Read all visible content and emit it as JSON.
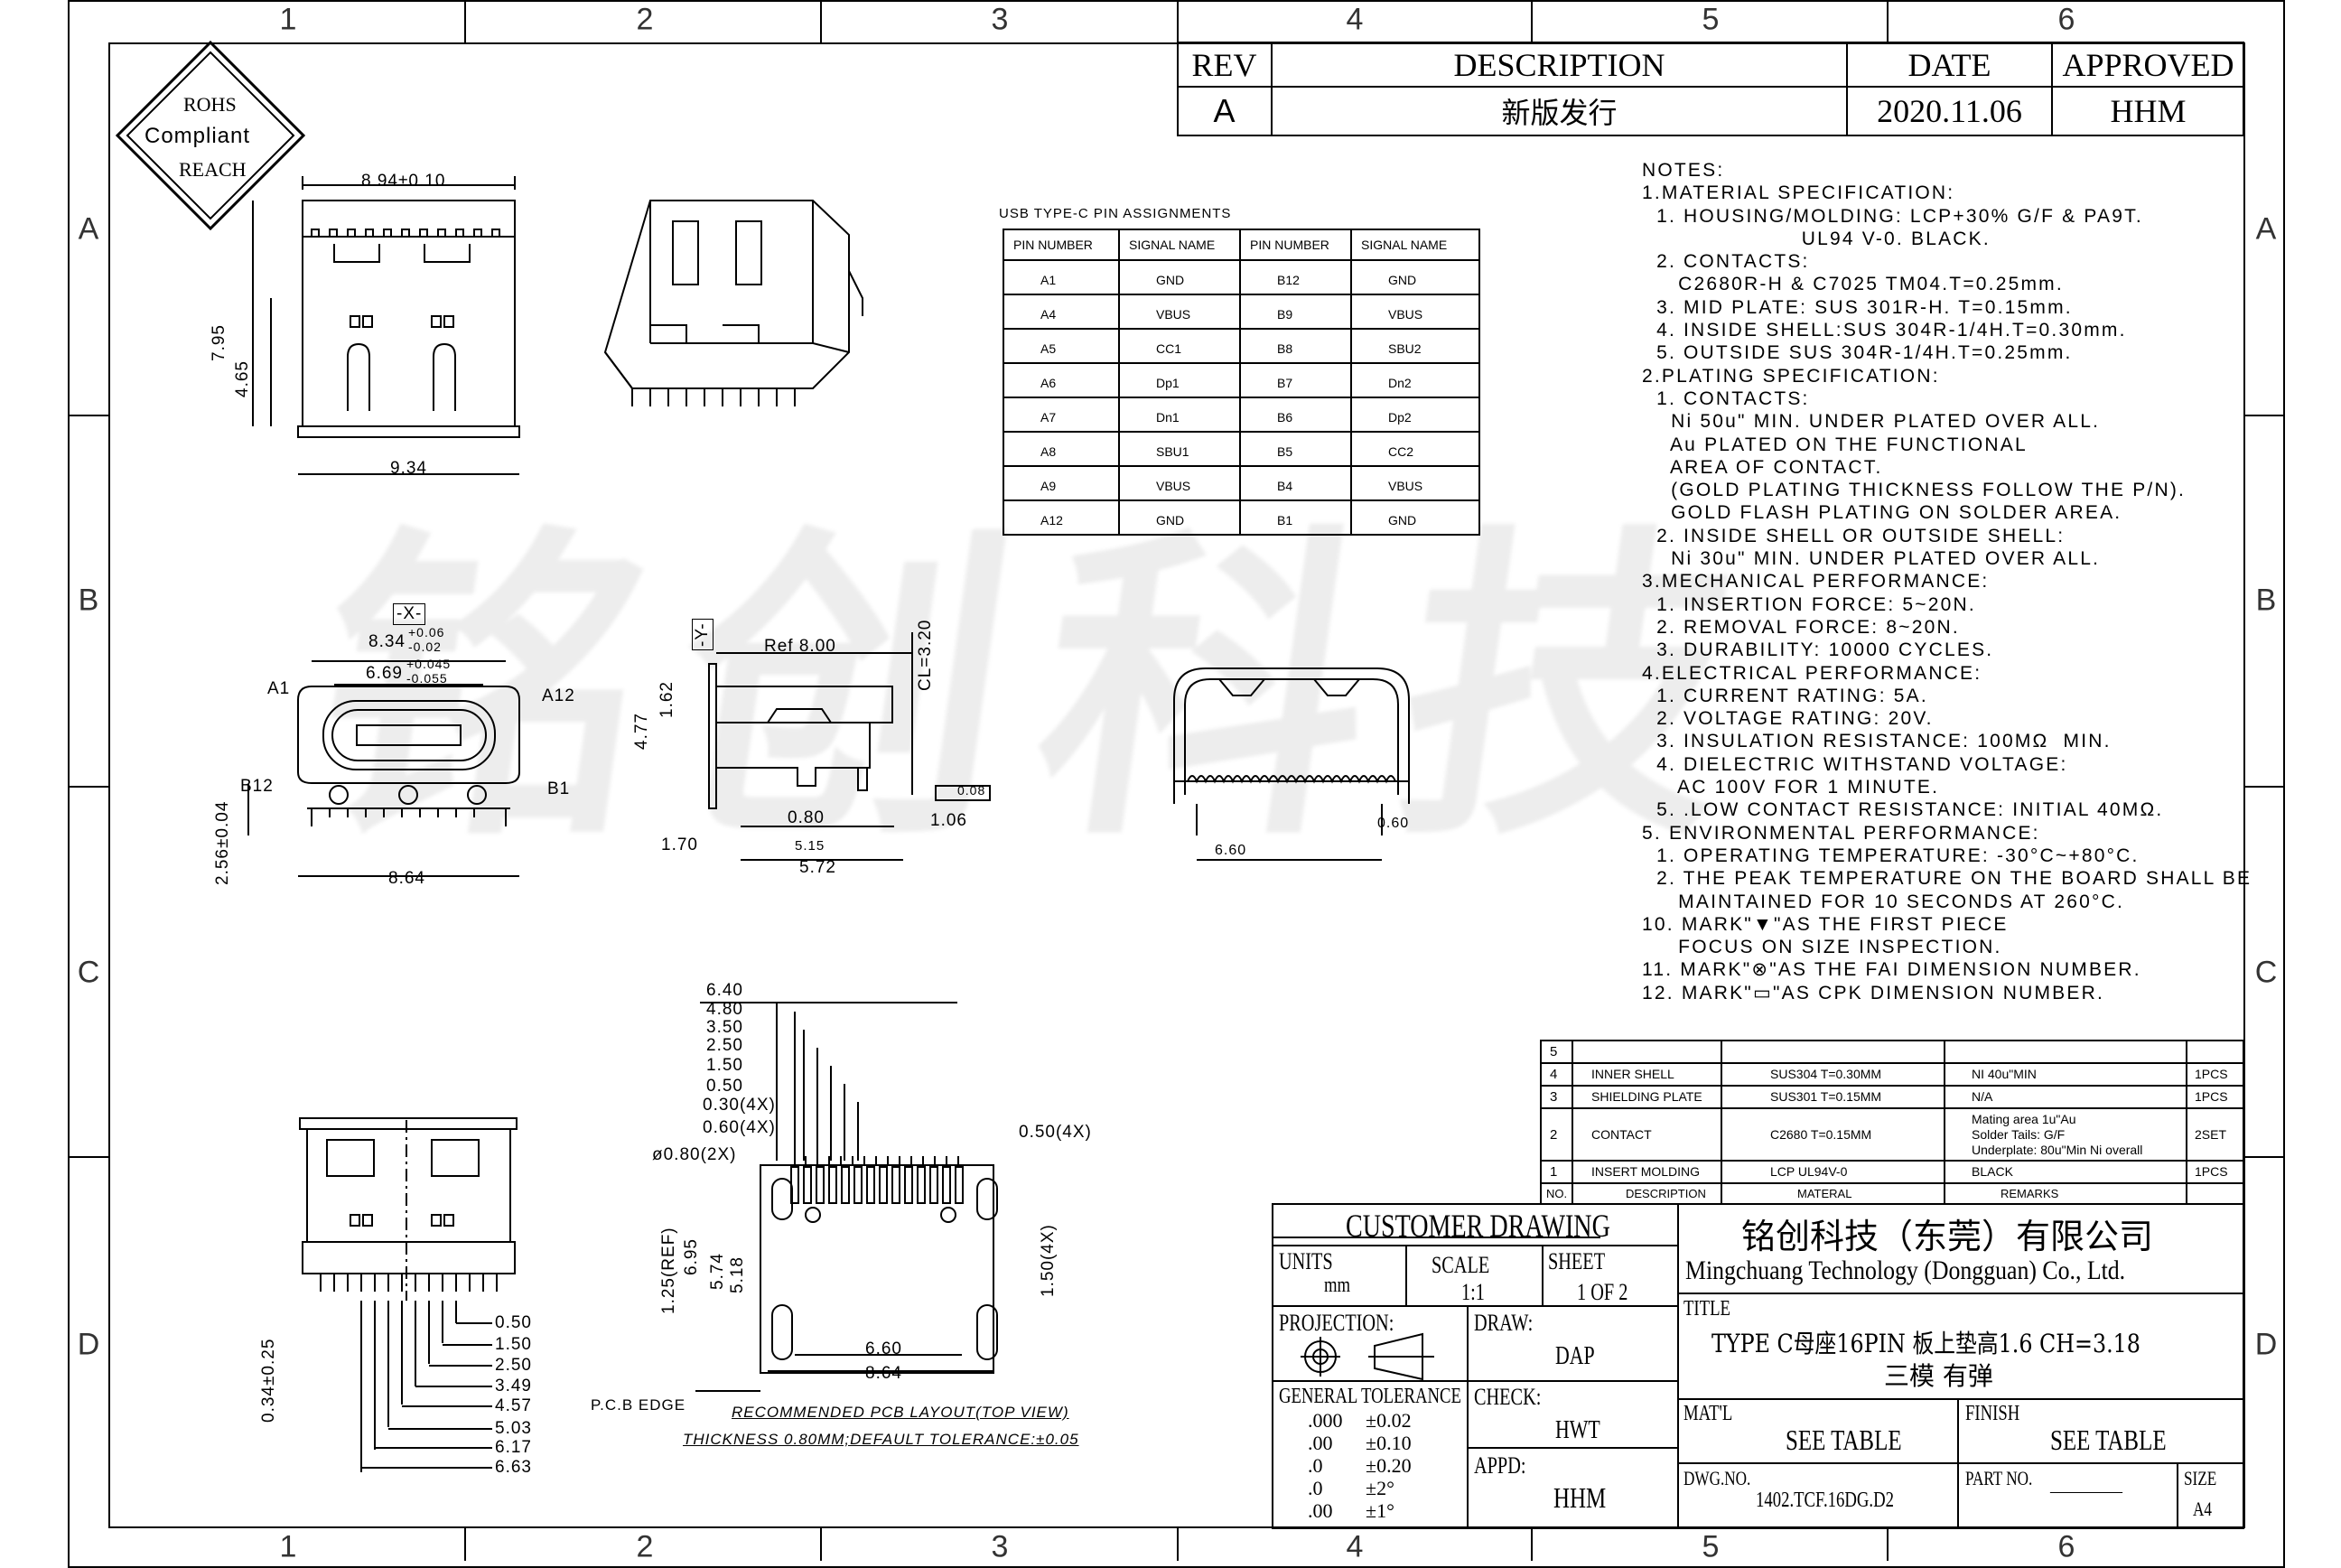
{
  "zones": {
    "columns": [
      "1",
      "2",
      "3",
      "4",
      "5",
      "6"
    ],
    "rows": [
      "A",
      "B",
      "C",
      "D"
    ]
  },
  "watermark": "铭创科技",
  "rohs_badge": {
    "line1": "ROHS",
    "line2": "Compliant",
    "line3": "REACH"
  },
  "revision_table": {
    "headers": [
      "REV",
      "DESCRIPTION",
      "DATE",
      "APPROVED"
    ],
    "rows": [
      [
        "A",
        "新版发行",
        "2020.11.06",
        "HHM"
      ]
    ]
  },
  "pin_table": {
    "title": "USB TYPE-C PIN ASSIGNMENTS",
    "headers": [
      "PIN NUMBER",
      "SIGNAL NAME",
      "PIN NUMBER",
      "SIGNAL NAME"
    ],
    "rows": [
      [
        "A1",
        "GND",
        "B12",
        "GND"
      ],
      [
        "A4",
        "VBUS",
        "B9",
        "VBUS"
      ],
      [
        "A5",
        "CC1",
        "B8",
        "SBU2"
      ],
      [
        "A6",
        "Dp1",
        "B7",
        "Dn2"
      ],
      [
        "A7",
        "Dn1",
        "B6",
        "Dp2"
      ],
      [
        "A8",
        "SBU1",
        "B5",
        "CC2"
      ],
      [
        "A9",
        "VBUS",
        "B4",
        "VBUS"
      ],
      [
        "A12",
        "GND",
        "B1",
        "GND"
      ]
    ]
  },
  "notes": [
    "NOTES:",
    "1.MATERIAL SPECIFICATION:",
    "  1. HOUSING/MOLDING: LCP+30% G/F & PA9T.",
    "                      UL94 V-0. BLACK.",
    "  2. CONTACTS:",
    "     C2680R-H & C7025 TM04.T=0.25mm.",
    "  3. MID PLATE: SUS 301R-H. T=0.15mm.",
    "  4. INSIDE SHELL:SUS 304R-1/4H.T=0.30mm.",
    "  5. OUTSIDE SUS 304R-1/4H.T=0.25mm.",
    "2.PLATING SPECIFICATION:",
    "  1. CONTACTS:",
    "    Ni 50u\" MIN. UNDER PLATED OVER ALL.",
    "    Au PLATED ON THE FUNCTIONAL",
    "    AREA OF CONTACT.",
    "    (GOLD PLATING THICKNESS FOLLOW THE P/N).",
    "    GOLD FLASH PLATING ON SOLDER AREA.",
    "  2. INSIDE SHELL OR OUTSIDE SHELL:",
    "    Ni 30u\" MIN. UNDER PLATED OVER ALL.",
    "3.MECHANICAL PERFORMANCE:",
    "  1. INSERTION FORCE: 5~20N.",
    "  2. REMOVAL FORCE: 8~20N.",
    "  3. DURABILITY: 10000 CYCLES.",
    "4.ELECTRICAL PERFORMANCE:",
    "  1. CURRENT RATING: 5A.",
    "  2. VOLTAGE RATING: 20V.",
    "  3. INSULATION RESISTANCE: 100MΩ  MIN.",
    "  4. DIELECTRIC WITHSTAND VOLTAGE:",
    "     AC 100V FOR 1 MINUTE.",
    "  5. .LOW CONTACT RESISTANCE: INITIAL 40MΩ.",
    "5. ENVIRONMENTAL PERFORMANCE:",
    "  1. OPERATING TEMPERATURE: -30°C~+80°C.",
    "  2. THE PEAK TEMPERATURE ON THE BOARD SHALL BE",
    "     MAINTAINED FOR 10 SECONDS AT 260°C.",
    "10. MARK\"▼\"AS THE FIRST PIECE",
    "     FOCUS ON SIZE INSPECTION.",
    "11. MARK\"⊗\"AS THE FAI DIMENSION NUMBER.",
    "12. MARK\"▭\"AS CPK DIMENSION NUMBER."
  ],
  "parts_table": {
    "headers": [
      "NO.",
      "DESCRIPTION",
      "MATERAL",
      "REMARKS",
      ""
    ],
    "rows": [
      [
        "5",
        "",
        "",
        "",
        ""
      ],
      [
        "4",
        "INNER SHELL",
        "SUS304 T=0.30MM",
        "NI 40u\"MIN",
        "1PCS"
      ],
      [
        "3",
        "SHIELDING PLATE",
        "SUS301 T=0.15MM",
        "N/A",
        "1PCS"
      ],
      [
        "2",
        "CONTACT",
        "C2680 T=0.15MM",
        "Mating area 1u\"Au\nSolder Tails: G/F\nUnderplate: 80u\"Min Ni overall",
        "2SET"
      ],
      [
        "1",
        "INSERT MOLDING",
        "LCP UL94V-0",
        "BLACK",
        "1PCS"
      ]
    ]
  },
  "title_block": {
    "customer_drawing": "CUSTOMER DRAWING",
    "units_label": "UNITS",
    "units": "mm",
    "scale_label": "SCALE",
    "scale": "1:1",
    "sheet_label": "SHEET",
    "sheet": "1 OF 2",
    "projection_label": "PROJECTION:",
    "draw_label": "DRAW:",
    "draw": "DAP",
    "check_label": "CHECK:",
    "check": "HWT",
    "appd_label": "APPD:",
    "appd": "HHM",
    "tolerance_label": "GENERAL TOLERANCE",
    "tolerances": [
      [
        ".000",
        "±0.02"
      ],
      [
        ".00",
        "±0.10"
      ],
      [
        ".0",
        "±0.20"
      ],
      [
        ".0",
        "±2°"
      ],
      [
        ".00",
        "±1°"
      ]
    ],
    "company_cn": "铭创科技（东莞）有限公司",
    "company_en": "Mingchuang Technology (Dongguan) Co., Ltd.",
    "title_label": "TITLE",
    "title_line1": "TYPE C母座16PIN 板上垫高1.6 CH=3.18",
    "title_line2": "三模 有弹",
    "matl_label": "MAT'L",
    "matl": "SEE TABLE",
    "finish_label": "FINISH",
    "finish": "SEE TABLE",
    "dwg_label": "DWG.NO.",
    "dwg": "1402.TCF.16DG.D2",
    "part_label": "PART NO.",
    "part": "————",
    "size_label": "SIZE",
    "size": "A4"
  },
  "dims": {
    "top_view": [
      "8.94±0.10",
      "7.95",
      "4.65",
      "9.34"
    ],
    "front_view": [
      "-X-",
      "8.34",
      "+0.06",
      "-0.02",
      "6.69",
      "+0.045",
      "-0.055",
      "A1",
      "A12",
      "B12",
      "B1",
      "2.56±0.04",
      "8.64"
    ],
    "side_view": [
      "-Y-",
      "Ref 8.00",
      "CL=3.20",
      "1.62",
      "4.77",
      "0.08",
      "0.80",
      "1.06",
      "1.70",
      "5.15",
      "5.72"
    ],
    "rear_view": [
      "0.60",
      "6.60"
    ],
    "pcb_layout": [
      "6.40",
      "4.80",
      "3.50",
      "2.50",
      "1.50",
      "0.50",
      "0.30(4X)",
      "0.60(4X)",
      "ø0.80(2X)",
      "0.50(4X)",
      "1.25(REF)",
      "6.95",
      "5.74",
      "5.18",
      "1.50(4X)",
      "6.60",
      "8.64",
      "P.C.B EDGE",
      "RECOMMENDED PCB LAYOUT(TOP VIEW)",
      "THICKNESS 0.80MM;DEFAULT TOLERANCE:±0.05"
    ],
    "bottom_view": [
      "0.50",
      "1.50",
      "2.50",
      "3.49",
      "4.57",
      "5.03",
      "6.17",
      "6.63",
      "0.34±0.25"
    ]
  }
}
